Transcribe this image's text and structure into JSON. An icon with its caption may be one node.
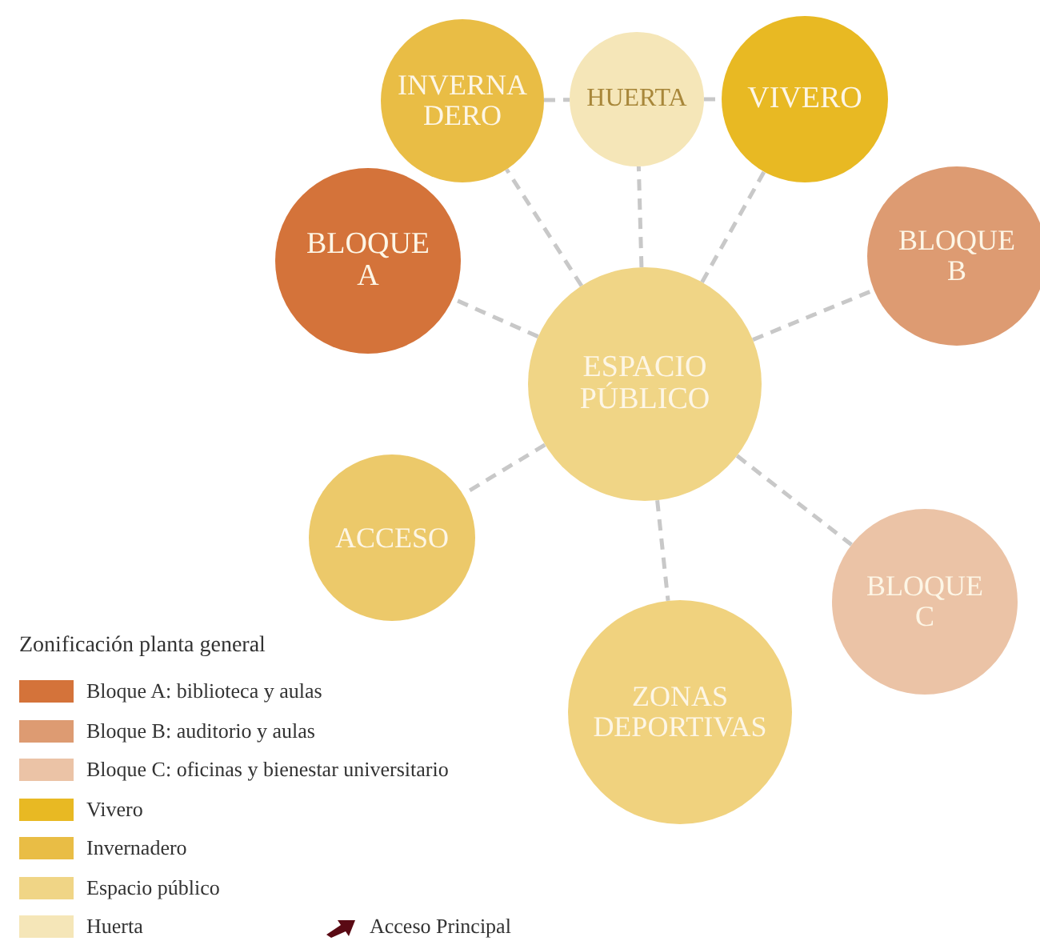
{
  "diagram": {
    "nodes": [
      {
        "text": [
          "ESPACIO PÚBLICO"
        ]
      },
      {
        "text": [
          "INVERNA DERO"
        ]
      },
      {
        "text": [
          "HUERTA"
        ]
      },
      {
        "text": [
          "VIVERO"
        ]
      },
      {
        "text": [
          "BLOQUE A"
        ]
      },
      {
        "text": [
          "BLOQUE B"
        ]
      },
      {
        "text": [
          "ACCESO"
        ]
      },
      {
        "text": [
          "BLOQUE C"
        ]
      },
      {
        "text": [
          "ZONAS DEPORTIVAS"
        ]
      }
    ],
    "edges": [
      {
        "from": 1,
        "to": 2,
        "arrow": "none",
        "style": "dashed"
      },
      {
        "from": 2,
        "to": 3,
        "arrow": "none",
        "style": "dashed"
      },
      {
        "from": 0,
        "to": 1,
        "arrow": "none",
        "style": "dashed"
      },
      {
        "from": 0,
        "to": 2,
        "arrow": "none",
        "style": "dashed"
      },
      {
        "from": 0,
        "to": 3,
        "arrow": "none",
        "style": "dashed"
      },
      {
        "from": 0,
        "to": 4,
        "arrow": "none",
        "style": "dashed"
      },
      {
        "from": 0,
        "to": 5,
        "arrow": "none",
        "style": "dashed"
      },
      {
        "from": 0,
        "to": 6,
        "arrow": "none",
        "style": "dashed"
      },
      {
        "from": 0,
        "to": 7,
        "arrow": "none",
        "style": "dashed"
      },
      {
        "from": 0,
        "to": 8,
        "arrow": "none",
        "style": "dashed"
      }
    ],
    "labels": [
      "Zonificación planta general"
    ],
    "legend": [
      {
        "text": "Bloque A: biblioteca y aulas",
        "color": "#d4733a"
      },
      {
        "text": "Bloque B: auditorio y aulas",
        "color": "#dd9b72"
      },
      {
        "text": "Bloque C: oficinas y bienestar universitario",
        "color": "#ebc3a6"
      },
      {
        "text": "Vivero",
        "color": "#e8b923"
      },
      {
        "text": "Invernadero",
        "color": "#e9bd45"
      },
      {
        "text": "Espacio público",
        "color": "#f0d586"
      },
      {
        "text": "Huerta",
        "color": "#f5e6b8"
      },
      {
        "text": "Acceso Principal"
      }
    ]
  }
}
